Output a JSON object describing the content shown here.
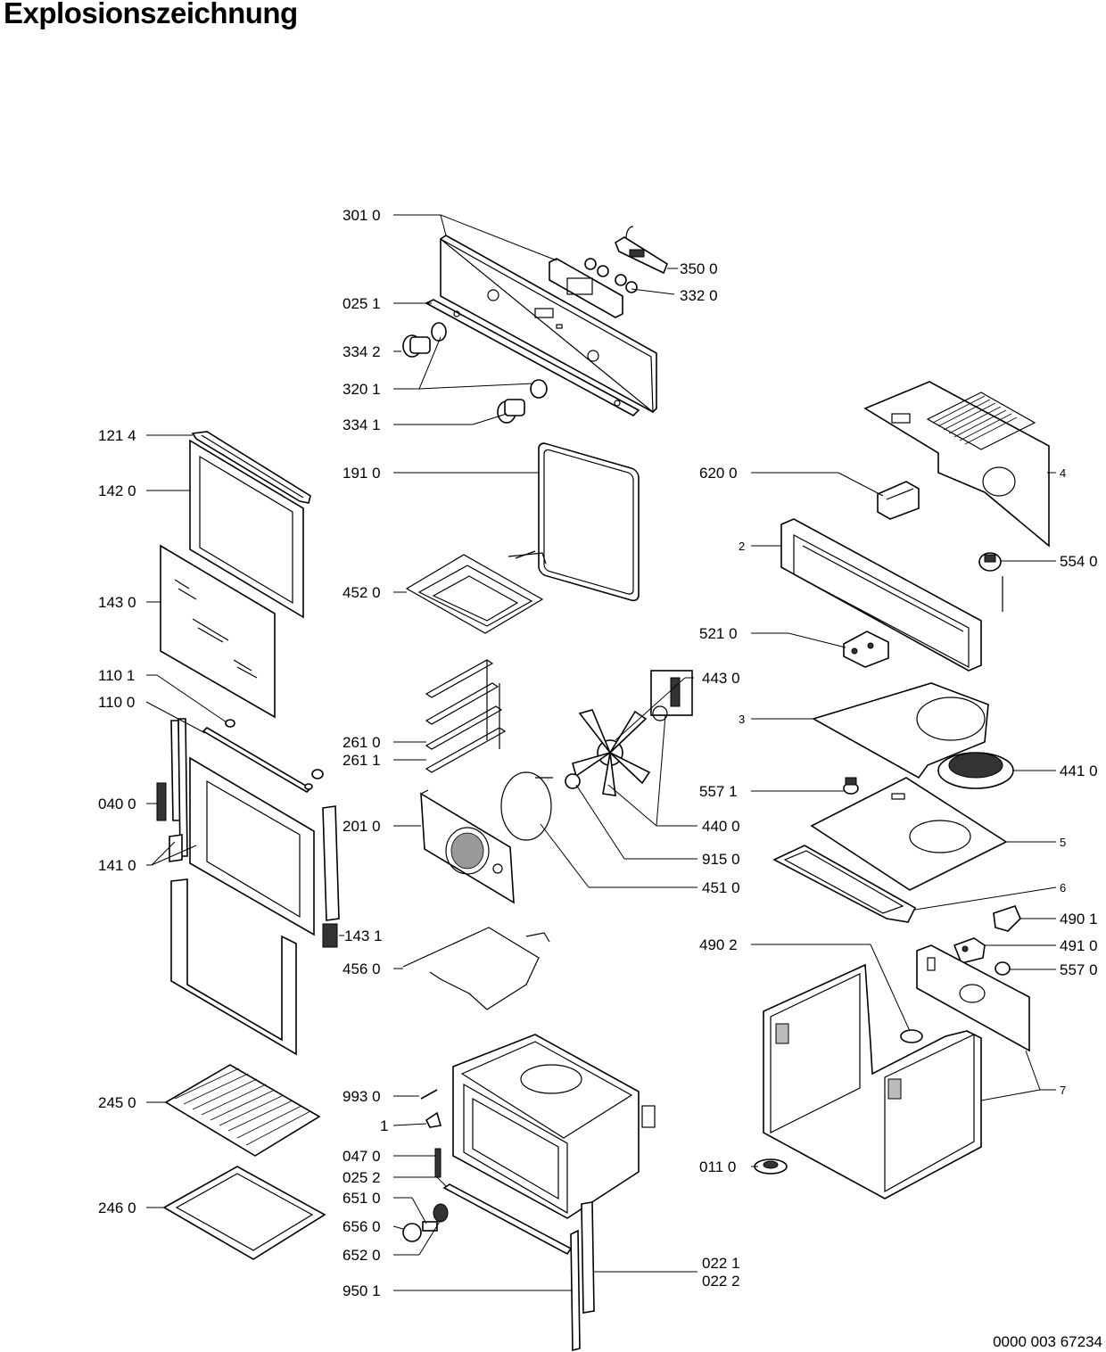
{
  "title": "Explosionszeichnung",
  "doc_number": "0000 003 67234",
  "labels": {
    "l3010": "301 0",
    "l3500": "350 0",
    "l3320": "332 0",
    "l0251": "025 1",
    "l3342": "334 2",
    "l3201": "320 1",
    "l3341": "334 1",
    "l1214": "121 4",
    "l1420": "142 0",
    "l1910": "191 0",
    "l1430": "143 0",
    "l4520": "452 0",
    "l1101": "110 1",
    "l1100": "110 0",
    "l2610": "261 0",
    "l2611": "261 1",
    "l0400": "040 0",
    "l2010": "201 0",
    "l1410": "141 0",
    "l1431": "143 1",
    "l4560": "456 0",
    "l2450": "245 0",
    "l9930": "993 0",
    "l1": "1",
    "l0470": "047 0",
    "l0252": "025 2",
    "l6510": "651 0",
    "l6560": "656 0",
    "l6520": "652 0",
    "l2460": "246 0",
    "l9501": "950 1",
    "l0221": "022 1",
    "l0222": "022 2",
    "l6200": "620 0",
    "l4": "4",
    "l2": "2",
    "l5540": "554 0",
    "l5210": "521 0",
    "l4430": "443 0",
    "l3": "3",
    "l5571": "557 1",
    "l4410": "441 0",
    "l4400": "440 0",
    "l9150": "915 0",
    "l5": "5",
    "l4510": "451 0",
    "l6": "6",
    "l4901": "490 1",
    "l4902": "490 2",
    "l4910": "491 0",
    "l5570": "557 0",
    "l7": "7",
    "l0110": "011 0"
  }
}
